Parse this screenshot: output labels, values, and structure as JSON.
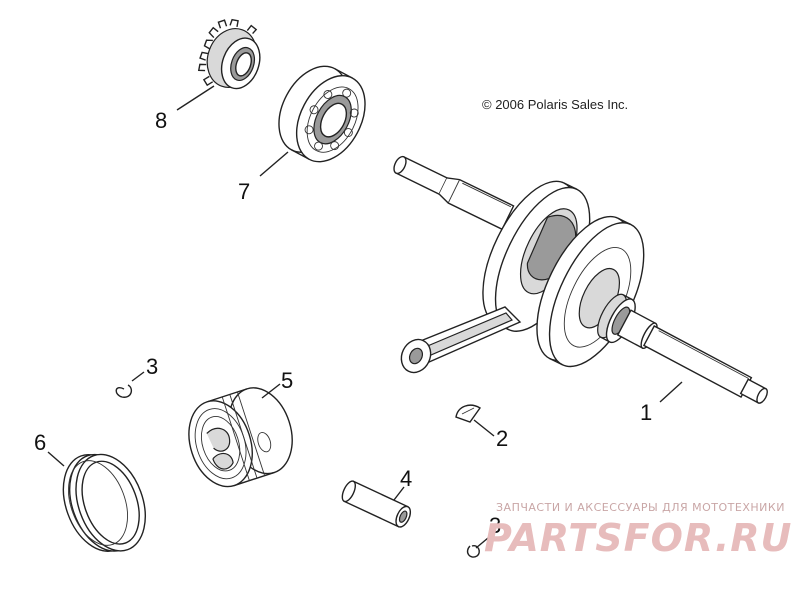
{
  "copyright": "© 2006 Polaris Sales Inc.",
  "watermark": {
    "subtitle": "ЗАПЧАСТИ И АКСЕССУАРЫ ДЛЯ МОТОТЕХНИКИ",
    "brand": "PARTSFOR.RU"
  },
  "callouts": {
    "part1": "1",
    "part2": "2",
    "part3a": "3",
    "part3b": "3",
    "part4": "4",
    "part5": "5",
    "part6": "6",
    "part7": "7",
    "part8": "8"
  }
}
